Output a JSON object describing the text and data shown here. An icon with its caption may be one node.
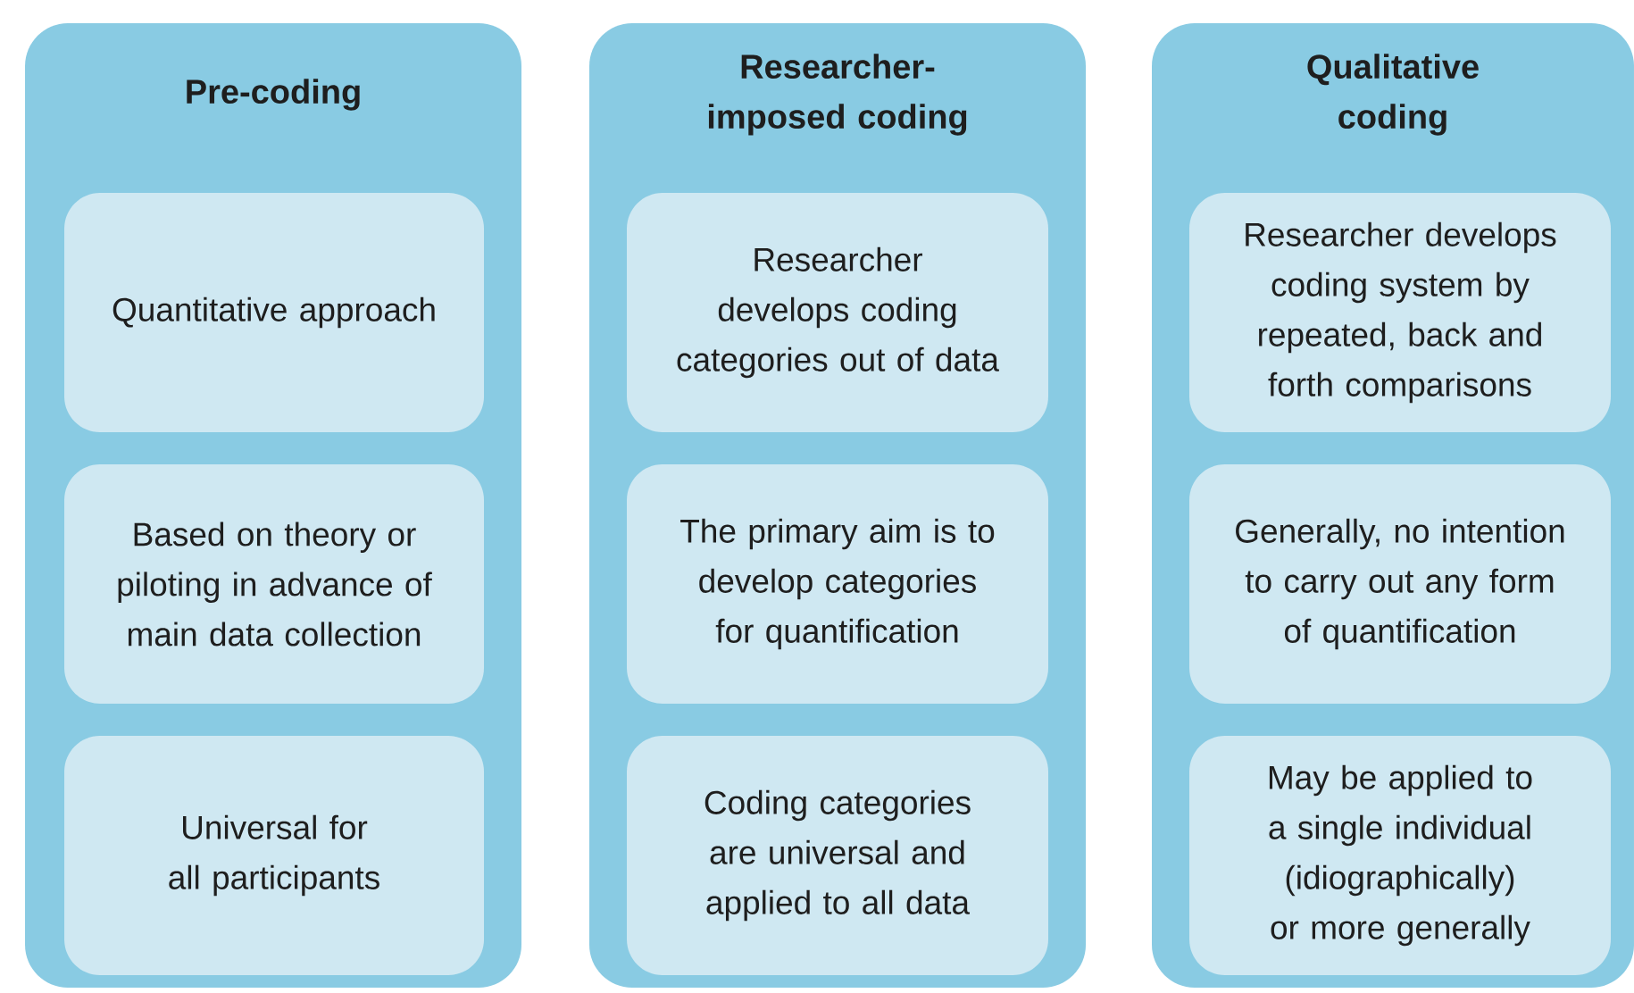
{
  "diagram": {
    "nodes": [
      {
        "text": [
          "Pre-coding"
        ]
      },
      {
        "text": [
          "Quantitative approach"
        ],
        "in": 0
      },
      {
        "text": [
          "Based on theory or piloting in advance of main data collection"
        ],
        "in": 0
      },
      {
        "text": [
          "Universal for all participants"
        ],
        "in": 0
      },
      {
        "text": [
          "Researcher-imposed coding"
        ]
      },
      {
        "text": [
          "Researcher develops coding categories out of data"
        ],
        "in": 4
      },
      {
        "text": [
          "The primary aim is to develop categories for quantification"
        ],
        "in": 4
      },
      {
        "text": [
          "Coding categories are universal and applied to all data"
        ],
        "in": 4
      },
      {
        "text": [
          "Qualitative coding"
        ]
      },
      {
        "text": [
          "Researcher develops coding system by repeated, back and forth comparisons"
        ],
        "in": 8
      },
      {
        "text": [
          "Generally, no intention to carry out any form of quantification"
        ],
        "in": 8
      },
      {
        "text": [
          "May be applied to a single individual (idiographically) or more generally"
        ],
        "in": 8
      }
    ]
  }
}
